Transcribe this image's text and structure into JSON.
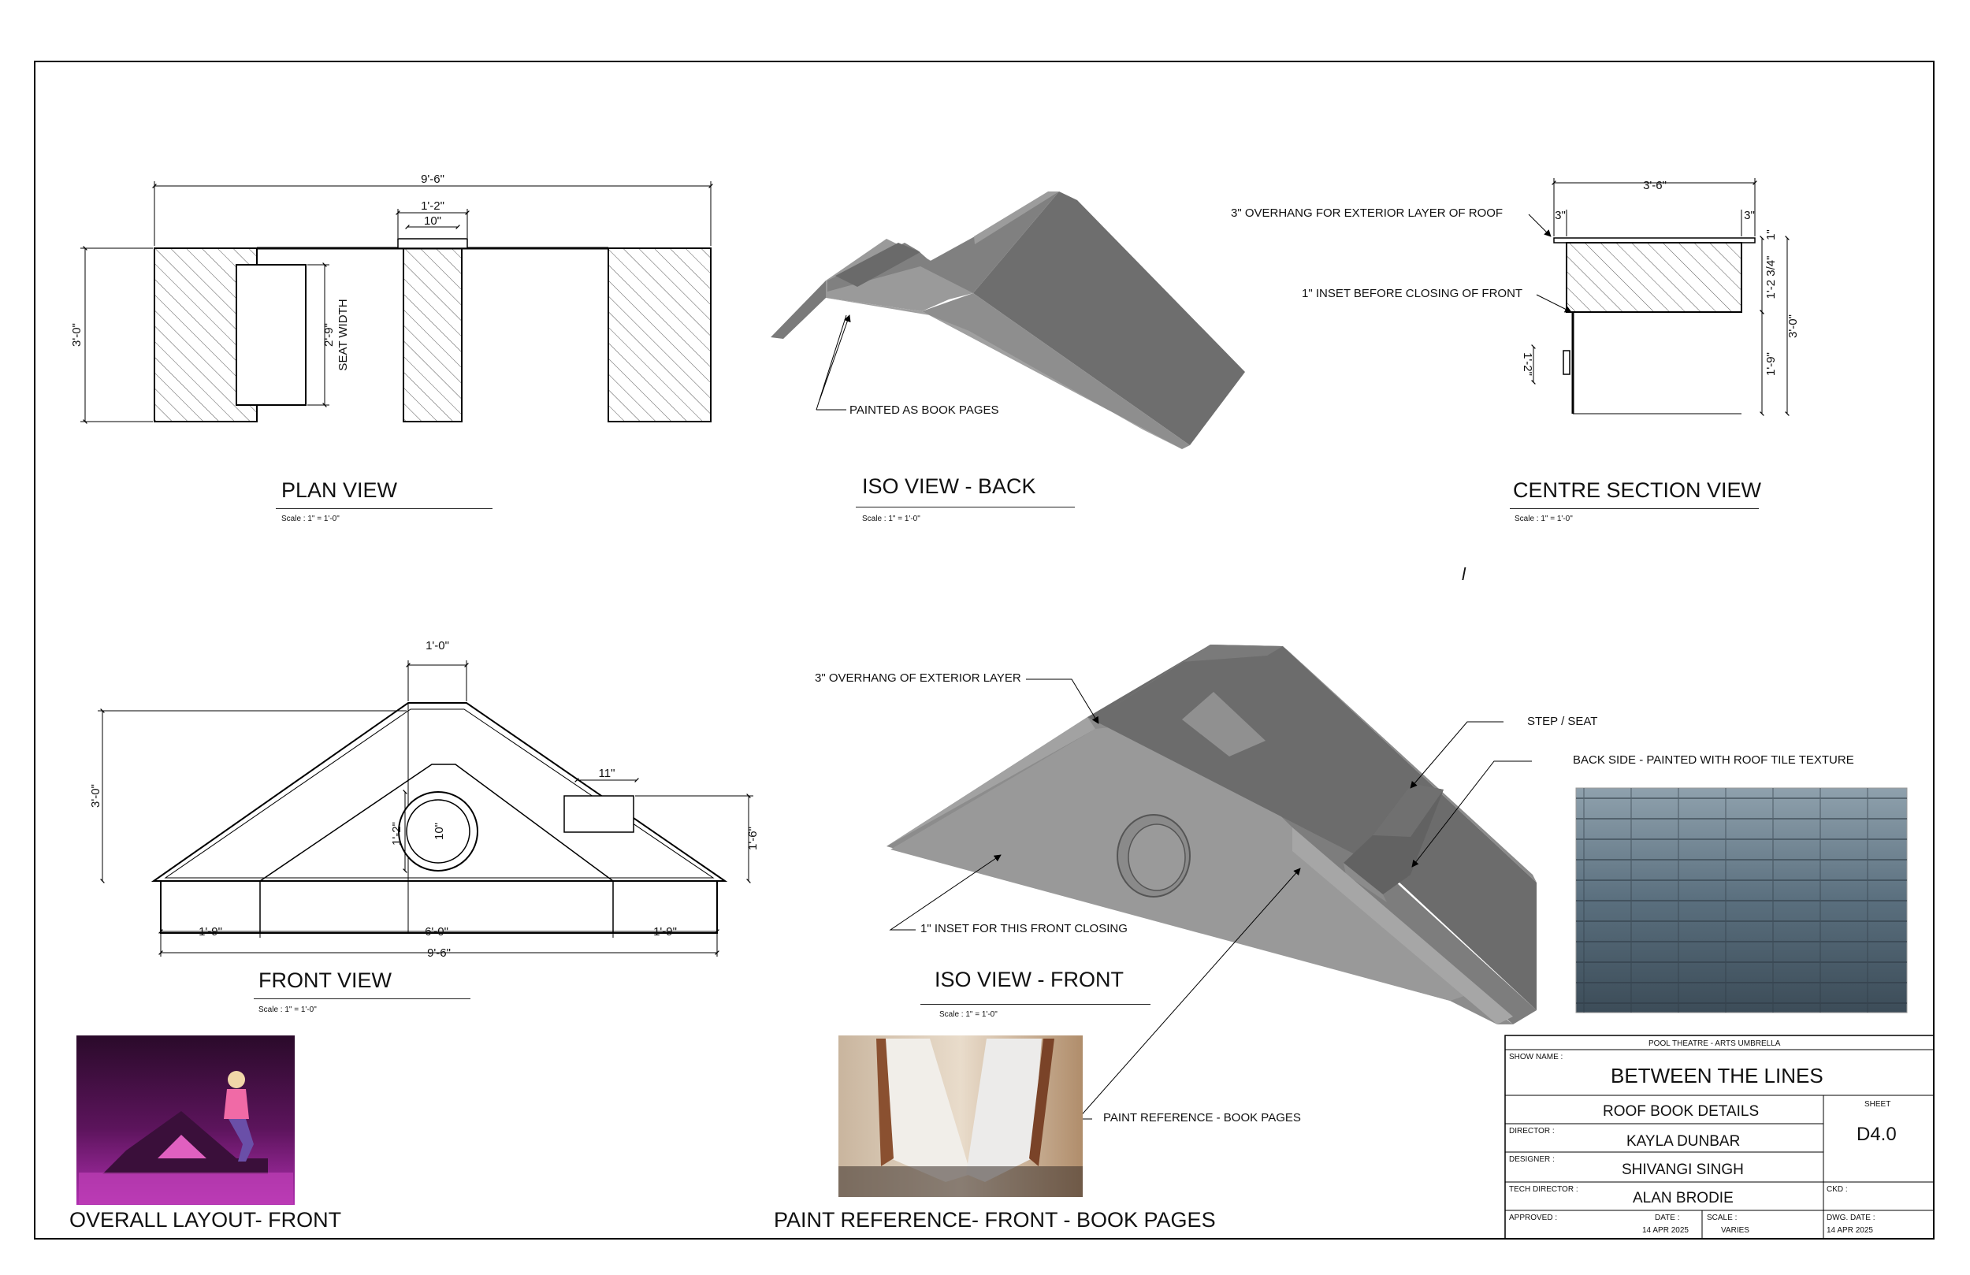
{
  "views": {
    "plan": {
      "title": "PLAN VIEW",
      "scale": "Scale : 1\" = 1'-0\""
    },
    "iso_back": {
      "title": "ISO VIEW - BACK",
      "scale": "Scale : 1\" = 1'-0\""
    },
    "centre_section": {
      "title": "CENTRE SECTION VIEW",
      "scale": "Scale : 1\" = 1'-0\""
    },
    "front": {
      "title": "FRONT VIEW",
      "scale": "Scale : 1\" = 1'-0\""
    },
    "iso_front": {
      "title": "ISO VIEW - FRONT",
      "scale": "Scale : 1\" = 1'-0\""
    }
  },
  "dimensions": {
    "plan": {
      "overall_width": "9'-6\"",
      "center_width": "1'-2\"",
      "center_inner": "10\"",
      "depth": "3'-0\"",
      "seat": "2'-9\"",
      "seat_label": "SEAT WIDTH"
    },
    "section": {
      "top_width": "3'-6\"",
      "left_overhang": "3\"",
      "right_overhang": "3\"",
      "upper_height": "1'-2 3/4\"",
      "top_gap": "1\"",
      "overall_height": "3'-0\"",
      "lower_height": "1'-9\"",
      "circle_height": "1'-2\""
    },
    "front": {
      "top": "1'-0\"",
      "height": "3'-0\"",
      "circle_height": "1'-2\"",
      "circle_dia": "10\"",
      "box_width": "11\"",
      "box_height": "1'-6\"",
      "left": "1'-9\"",
      "middle": "6'-0\"",
      "right": "1'-9\"",
      "overall": "9'-6\""
    }
  },
  "notes": {
    "painted_pages": "PAINTED AS BOOK PAGES",
    "overhang_exterior_roof": "3\" OVERHANG FOR EXTERIOR LAYER OF ROOF",
    "inset_front": "1\" INSET BEFORE CLOSING OF FRONT",
    "overhang_exterior_layer": "3\" OVERHANG OF EXTERIOR LAYER",
    "step_seat": "STEP / SEAT",
    "back_side": "BACK SIDE - PAINTED WITH ROOF TILE TEXTURE",
    "inset_front_closing": "1\" INSET FOR THIS FRONT CLOSING",
    "paint_ref": "PAINT REFERENCE - BOOK PAGES",
    "stray_mark": "l"
  },
  "captions": {
    "overall_layout": "OVERALL LAYOUT- FRONT",
    "paint_reference": "PAINT REFERENCE- FRONT - BOOK PAGES"
  },
  "title_block": {
    "organization": "POOL THEATRE - ARTS UMBRELLA",
    "show_name_label": "SHOW NAME :",
    "show_name": "BETWEEN THE LINES",
    "drawing_title": "ROOF BOOK DETAILS",
    "sheet_label": "SHEET",
    "sheet": "D4.0",
    "director_label": "DIRECTOR :",
    "director": "KAYLA DUNBAR",
    "designer_label": "DESIGNER :",
    "designer": "SHIVANGI SINGH",
    "tech_director_label": "TECH DIRECTOR :",
    "tech_director": "ALAN BRODIE",
    "ckd_label": "CKD :",
    "approved_label": "APPROVED :",
    "date_label": "DATE :",
    "date": "14 APR 2025",
    "scale_label": "SCALE :",
    "scale": "VARIES",
    "dwg_date_label": "DWG. DATE :",
    "dwg_date": "14 APR 2025"
  },
  "colors": {
    "model_light": "#8c8c8c",
    "model_mid": "#6f6f6f",
    "model_dark": "#5a5a5a",
    "stage_magenta": "#8a1f8a",
    "roof_tile": "#4f6575"
  }
}
